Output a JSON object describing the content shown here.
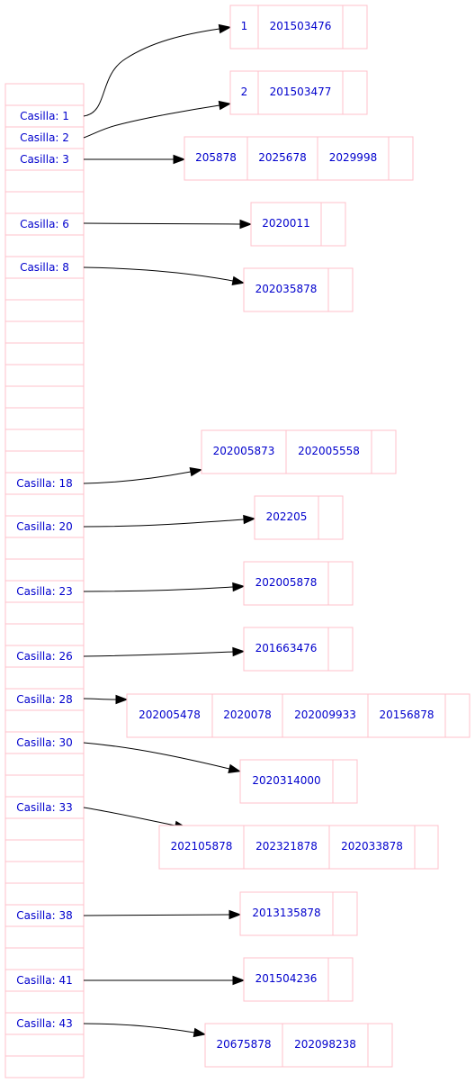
{
  "diagram": {
    "table": {
      "slots": [
        {
          "label": ""
        },
        {
          "label": "Casilla: 1"
        },
        {
          "label": "Casilla: 2"
        },
        {
          "label": "Casilla: 3"
        },
        {
          "label": ""
        },
        {
          "label": ""
        },
        {
          "label": "Casilla: 6"
        },
        {
          "label": ""
        },
        {
          "label": "Casilla: 8"
        },
        {
          "label": ""
        },
        {
          "label": ""
        },
        {
          "label": ""
        },
        {
          "label": ""
        },
        {
          "label": ""
        },
        {
          "label": ""
        },
        {
          "label": ""
        },
        {
          "label": ""
        },
        {
          "label": ""
        },
        {
          "label": "Casilla: 18"
        },
        {
          "label": ""
        },
        {
          "label": "Casilla: 20"
        },
        {
          "label": ""
        },
        {
          "label": ""
        },
        {
          "label": "Casilla: 23"
        },
        {
          "label": ""
        },
        {
          "label": ""
        },
        {
          "label": "Casilla: 26"
        },
        {
          "label": ""
        },
        {
          "label": "Casilla: 28"
        },
        {
          "label": ""
        },
        {
          "label": "Casilla: 30"
        },
        {
          "label": ""
        },
        {
          "label": ""
        },
        {
          "label": "Casilla: 33"
        },
        {
          "label": ""
        },
        {
          "label": ""
        },
        {
          "label": ""
        },
        {
          "label": ""
        },
        {
          "label": "Casilla: 38"
        },
        {
          "label": ""
        },
        {
          "label": ""
        },
        {
          "label": "Casilla: 41"
        },
        {
          "label": ""
        },
        {
          "label": "Casilla: 43"
        },
        {
          "label": ""
        },
        {
          "label": ""
        }
      ]
    },
    "lists": [
      {
        "slot": 1,
        "values": [
          "1",
          "201503476"
        ]
      },
      {
        "slot": 2,
        "values": [
          "2",
          "201503477"
        ]
      },
      {
        "slot": 3,
        "values": [
          "205878",
          "2025678",
          "2029998"
        ]
      },
      {
        "slot": 6,
        "values": [
          "2020011"
        ]
      },
      {
        "slot": 8,
        "values": [
          "202035878"
        ]
      },
      {
        "slot": 18,
        "values": [
          "202005873",
          "202005558"
        ]
      },
      {
        "slot": 20,
        "values": [
          "202205"
        ]
      },
      {
        "slot": 23,
        "values": [
          "202005878"
        ]
      },
      {
        "slot": 26,
        "values": [
          "201663476"
        ]
      },
      {
        "slot": 28,
        "values": [
          "202005478",
          "2020078",
          "202009933",
          "20156878"
        ]
      },
      {
        "slot": 30,
        "values": [
          "2020314000"
        ]
      },
      {
        "slot": 33,
        "values": [
          "202105878",
          "202321878",
          "202033878"
        ]
      },
      {
        "slot": 38,
        "values": [
          "2013135878"
        ]
      },
      {
        "slot": 41,
        "values": [
          "201504236"
        ]
      },
      {
        "slot": 43,
        "values": [
          "20675878",
          "202098238"
        ]
      }
    ],
    "colors": {
      "border": "#ffc0cb",
      "text": "#0000cd",
      "edge": "#000000"
    }
  }
}
